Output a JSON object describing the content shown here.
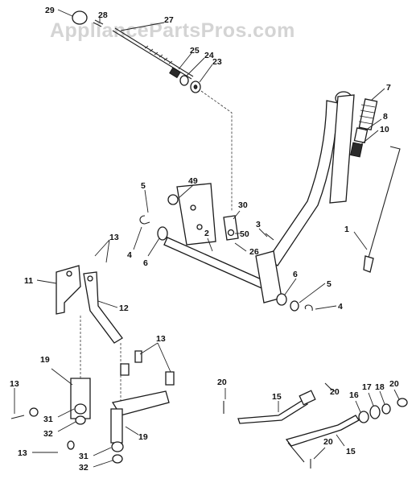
{
  "watermark": "AppliancePartsPros.com",
  "labels": {
    "p1": "1",
    "p2": "2",
    "p3": "3",
    "p4a": "4",
    "p4b": "4",
    "p5a": "5",
    "p5b": "5",
    "p6a": "6",
    "p6b": "6",
    "p7": "7",
    "p8": "8",
    "p10": "10",
    "p11": "11",
    "p12": "12",
    "p13a": "13",
    "p13b": "13",
    "p13c": "13",
    "p13d": "13",
    "p15a": "15",
    "p15b": "15",
    "p16": "16",
    "p17": "17",
    "p18": "18",
    "p19a": "19",
    "p19b": "19",
    "p20a": "20",
    "p20b": "20",
    "p20c": "20",
    "p20d": "20",
    "p23": "23",
    "p24": "24",
    "p25": "25",
    "p26": "26",
    "p27": "27",
    "p28": "28",
    "p29": "29",
    "p30": "30",
    "p31a": "31",
    "p31b": "31",
    "p32a": "32",
    "p32b": "32",
    "p49": "49",
    "p50": "50"
  }
}
